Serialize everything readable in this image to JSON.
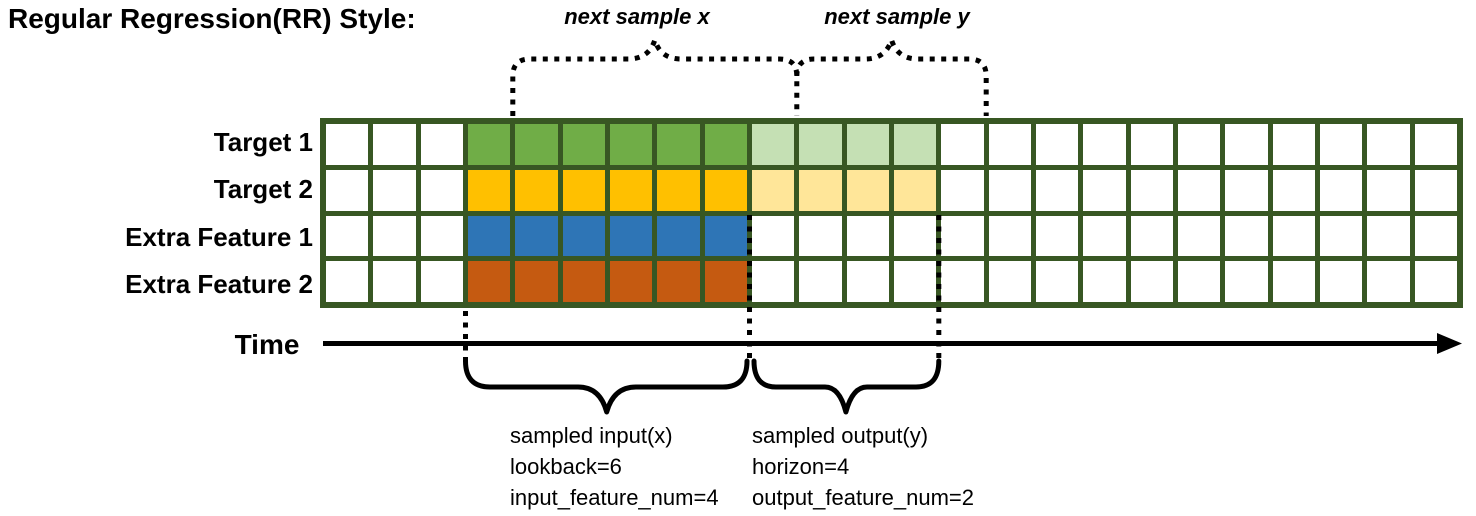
{
  "title": "Regular Regression(RR) Style:",
  "colors": {
    "grid_border": "#385723",
    "empty_cell": "#ffffff",
    "annotation": "#000000"
  },
  "rows": [
    {
      "label": "Target 1",
      "input_color": "#70AD47",
      "output_color": "#C5E0B4"
    },
    {
      "label": "Target 2",
      "input_color": "#FFC000",
      "output_color": "#FFE699"
    },
    {
      "label": "Extra Feature 1",
      "input_color": "#2E75B6",
      "output_color": null
    },
    {
      "label": "Extra Feature 2",
      "input_color": "#C55A11",
      "output_color": null
    }
  ],
  "grid": {
    "columns": 24,
    "input_start_col": 3,
    "lookback": 6,
    "horizon": 4
  },
  "annotations": {
    "next_sample_x": "next sample x",
    "next_sample_y": "next sample y",
    "time_label": "Time",
    "input_block": {
      "line1": "sampled input(x)",
      "line2": "lookback=6",
      "line3": "input_feature_num=4"
    },
    "output_block": {
      "line1": "sampled output(y)",
      "line2": "horizon=4",
      "line3": "output_feature_num=2"
    }
  }
}
